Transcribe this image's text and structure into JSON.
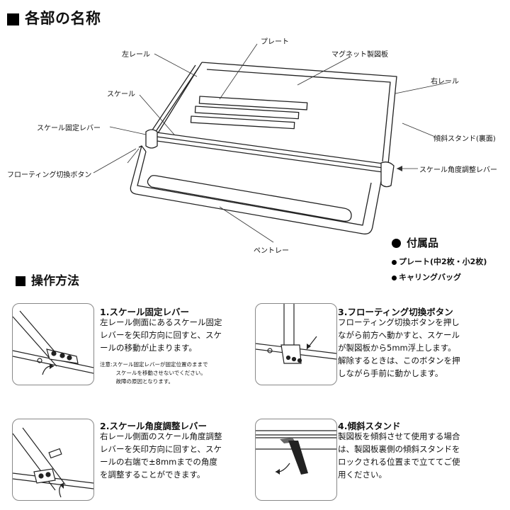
{
  "section_names": {
    "title": "各部の名称"
  },
  "labels": {
    "plate": "プレート",
    "magnet_board": "マグネット製図板",
    "left_rail": "左レール",
    "right_rail": "右レール",
    "scale": "スケール",
    "scale_lock": "スケール固定レバー",
    "tilt_stand": "傾斜スタンド(裏面)",
    "floating": "フローティング切換ボタン",
    "angle_lever": "スケール角度調整レバー",
    "pen_tray": "ペントレー"
  },
  "accessories": {
    "title": "付属品",
    "items": [
      "プレート(中2枚・小2枚)",
      "キャリングバッグ"
    ]
  },
  "operation": {
    "title": "操作方法",
    "steps": [
      {
        "title": "1.スケール固定レバー",
        "body": "左レール側面にあるスケール固定\nレバーを矢印方向に回すと、スケ\nールの移動が止まります。",
        "note": "注意:スケール固定レバーが固定位置のままで\n　　　スケールを移動させないでください。\n　　　故障の原因となります。"
      },
      {
        "title": "3.フローティング切換ボタン",
        "body": "フローティング切換ボタンを押し\nながら前方へ動かすと、スケール\nが製図板から5mm浮上します。\n解除するときは、このボタンを押\nしながら手前に動かします。"
      },
      {
        "title": "2.スケール角度調整レバー",
        "body": "右レール側面のスケール角度調整\nレバーを矢印方向に回すと、スケ\nールの右端で±8mmまでの角度\nを調整することができます。"
      },
      {
        "title": "4.傾斜スタンド",
        "body": "製図板を傾斜させて使用する場合\nは、製図板裏側の傾斜スタンドを\nロックされる位置まで立ててご使\n用ください。"
      }
    ]
  }
}
